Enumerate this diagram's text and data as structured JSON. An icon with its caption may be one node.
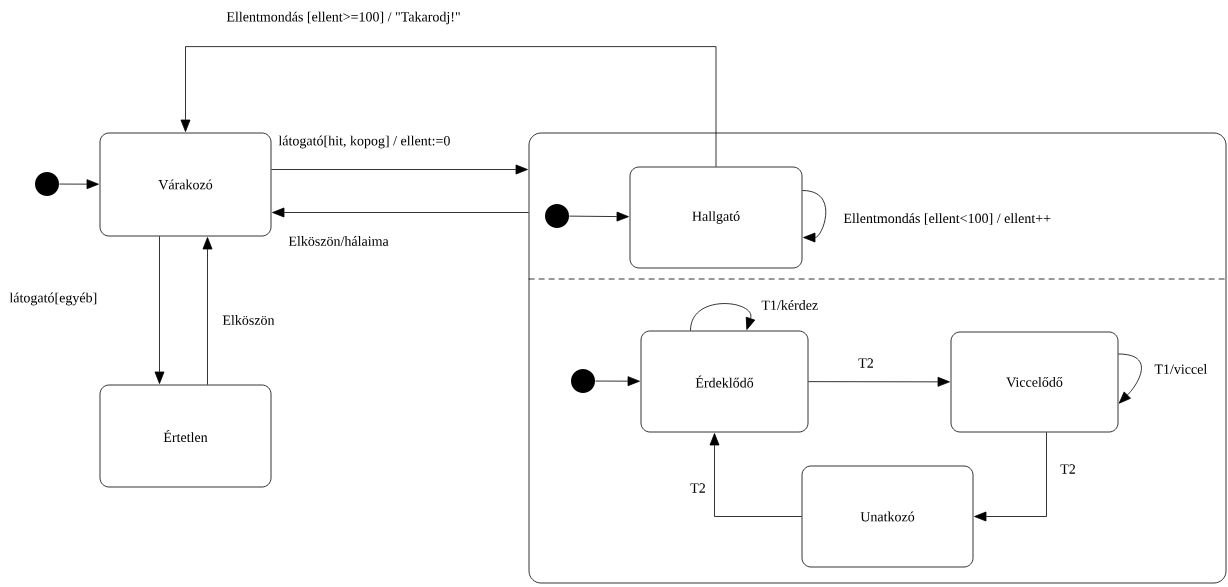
{
  "diagram": {
    "nodes": [
      {
        "text": [],
        "shape": "circle"
      },
      {
        "text": [
          "Várakozó"
        ]
      },
      {
        "text": [
          "Értetlen"
        ]
      },
      {
        "text": [],
        "shape": "box"
      },
      {
        "text": [],
        "shape": "circle",
        "in": 3
      },
      {
        "text": [
          "Hallgató"
        ],
        "in": 3
      },
      {
        "text": [],
        "shape": "circle",
        "in": 3
      },
      {
        "text": [
          "Érdeklődő"
        ],
        "in": 3
      },
      {
        "text": [
          "Viccelődő"
        ],
        "in": 3
      },
      {
        "text": [
          "Unatkozó"
        ],
        "in": 3
      }
    ],
    "edges": [
      {
        "from": 0,
        "to": 1,
        "arrow": "to"
      },
      {
        "from": 1,
        "to": 3,
        "arrow": "to",
        "label": "látogató[hit, kopog] / ellent:=0"
      },
      {
        "from": 3,
        "to": 1,
        "arrow": "to",
        "label": "Elköszön/hálaima"
      },
      {
        "from": 1,
        "to": 2,
        "arrow": "to",
        "label": "látogató[egyéb]"
      },
      {
        "from": 2,
        "to": 1,
        "arrow": "to",
        "label": "Elköszön"
      },
      {
        "from": 5,
        "to": 1,
        "arrow": "to",
        "label": "Ellentmondás [ellent>=100] / \"Takarodj!\""
      },
      {
        "from": 5,
        "to": 5,
        "arrow": "to",
        "label": "Ellentmondás [ellent<100] / ellent++"
      },
      {
        "from": 4,
        "to": 5,
        "arrow": "to"
      },
      {
        "from": 6,
        "to": 7,
        "arrow": "to"
      },
      {
        "from": 7,
        "to": 7,
        "arrow": "to",
        "label": "T1/kérdez"
      },
      {
        "from": 7,
        "to": 8,
        "arrow": "to",
        "label": "T2"
      },
      {
        "from": 8,
        "to": 8,
        "arrow": "to",
        "label": "T1/viccel"
      },
      {
        "from": 8,
        "to": 9,
        "arrow": "to",
        "label": "T2"
      },
      {
        "from": 9,
        "to": 7,
        "arrow": "to",
        "label": "T2"
      }
    ]
  }
}
